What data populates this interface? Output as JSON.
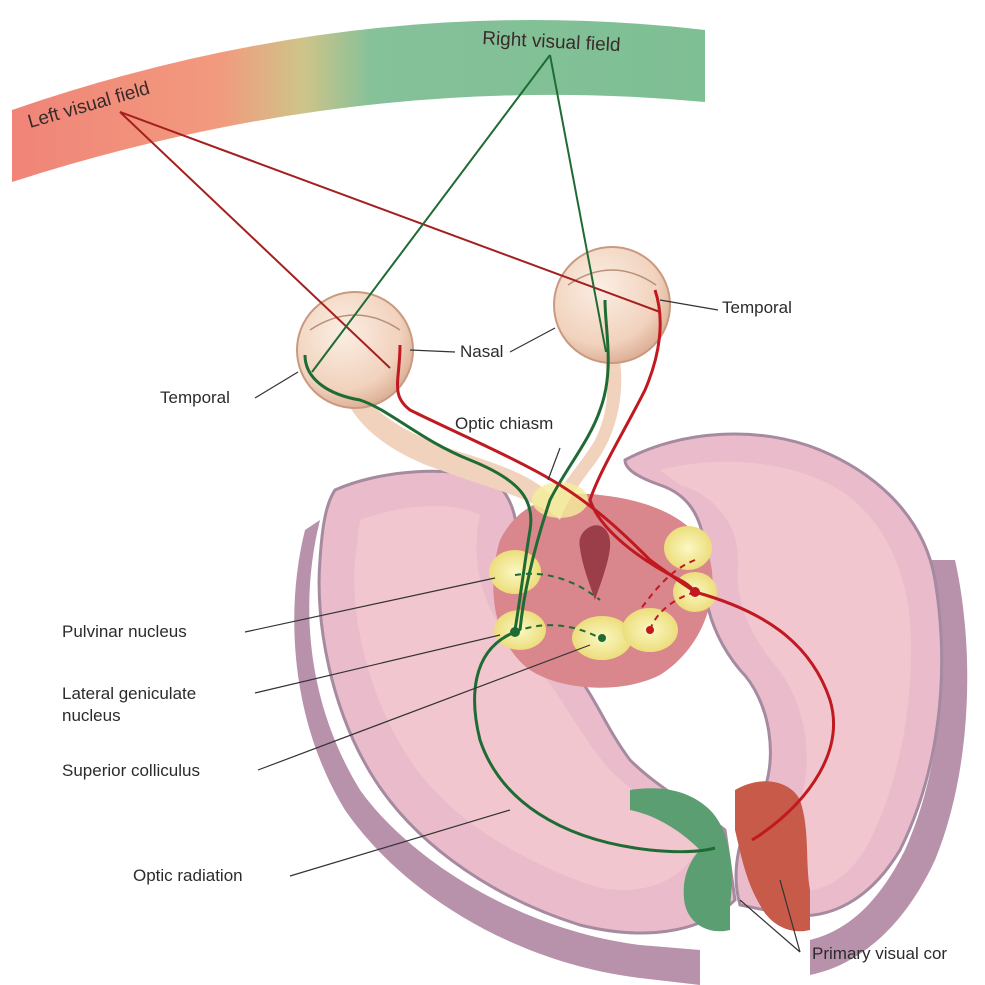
{
  "fields": {
    "left": "Left visual field",
    "right": "Right visual field"
  },
  "labels": {
    "temporal_left": "Temporal",
    "temporal_right": "Temporal",
    "nasal": "Nasal",
    "optic_chiasm": "Optic chiasm",
    "pulvinar": "Pulvinar nucleus",
    "lgn_line1": "Lateral geniculate",
    "lgn_line2": "nucleus",
    "superior_colliculus": "Superior colliculus",
    "optic_radiation": "Optic radiation",
    "primary_visual_cortex": "Primary visual cor"
  },
  "colors": {
    "left_field": "#f08478",
    "right_field": "#7fbf94",
    "left_pathway": "#c0191f",
    "right_pathway": "#1f6b34",
    "brain": "#e8b8c4",
    "brain_edge": "#a98aa3",
    "eye": "#f3d6c2",
    "nucleus": "#f4ef9a",
    "cortex_green": "#5a9e72",
    "cortex_red": "#c85a4a"
  }
}
